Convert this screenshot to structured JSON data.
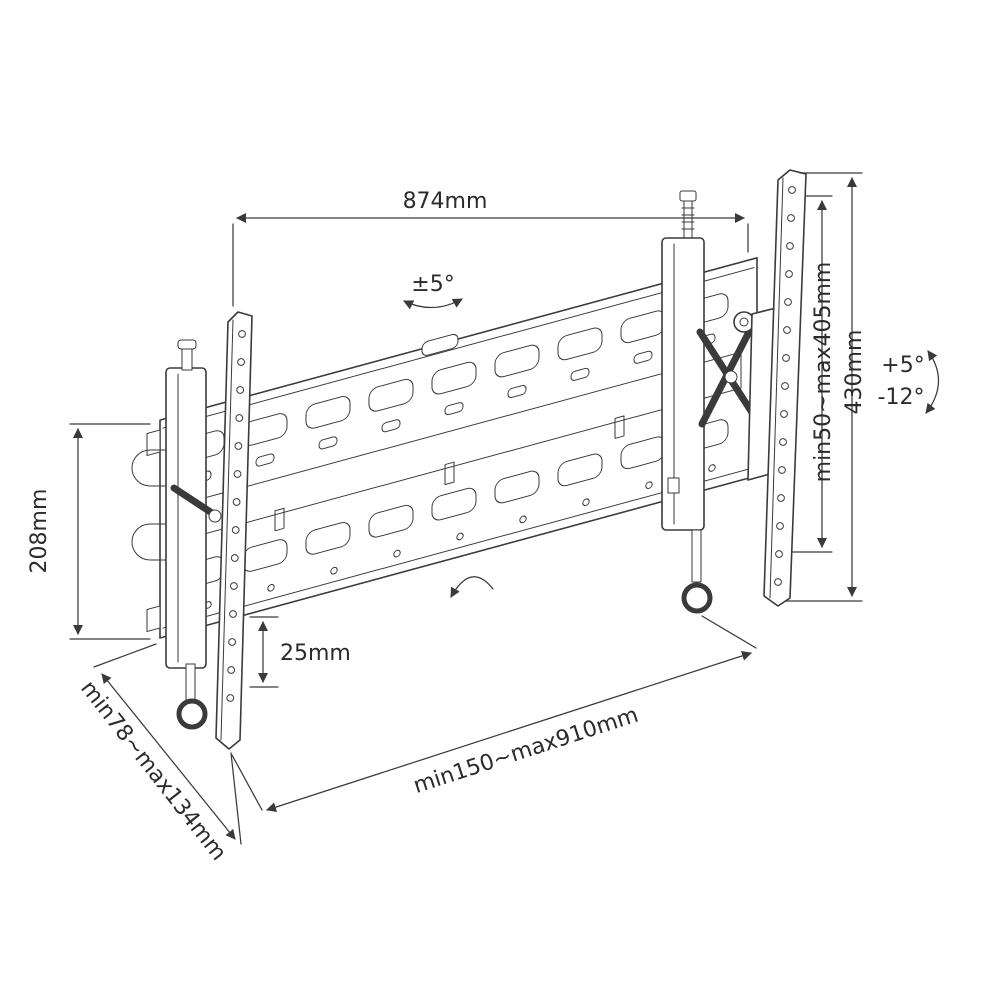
{
  "diagram": {
    "name": "tilting TV wall-mount bracket dimension drawing",
    "labels": {
      "width_total": "874mm",
      "swivel_range": "±5°",
      "plate_height": "208mm",
      "depth_range": "min78~max134mm",
      "height_adjust": "25mm",
      "tv_width_range": "min150~max910mm",
      "vesa_hole_range": "min50~max405mm",
      "rail_length": "430mm",
      "tilt_up": "+5°",
      "tilt_down": "-12°"
    },
    "colors": {
      "line": "#3a3a3a",
      "text": "#2b2b2b",
      "background": "#ffffff"
    }
  }
}
